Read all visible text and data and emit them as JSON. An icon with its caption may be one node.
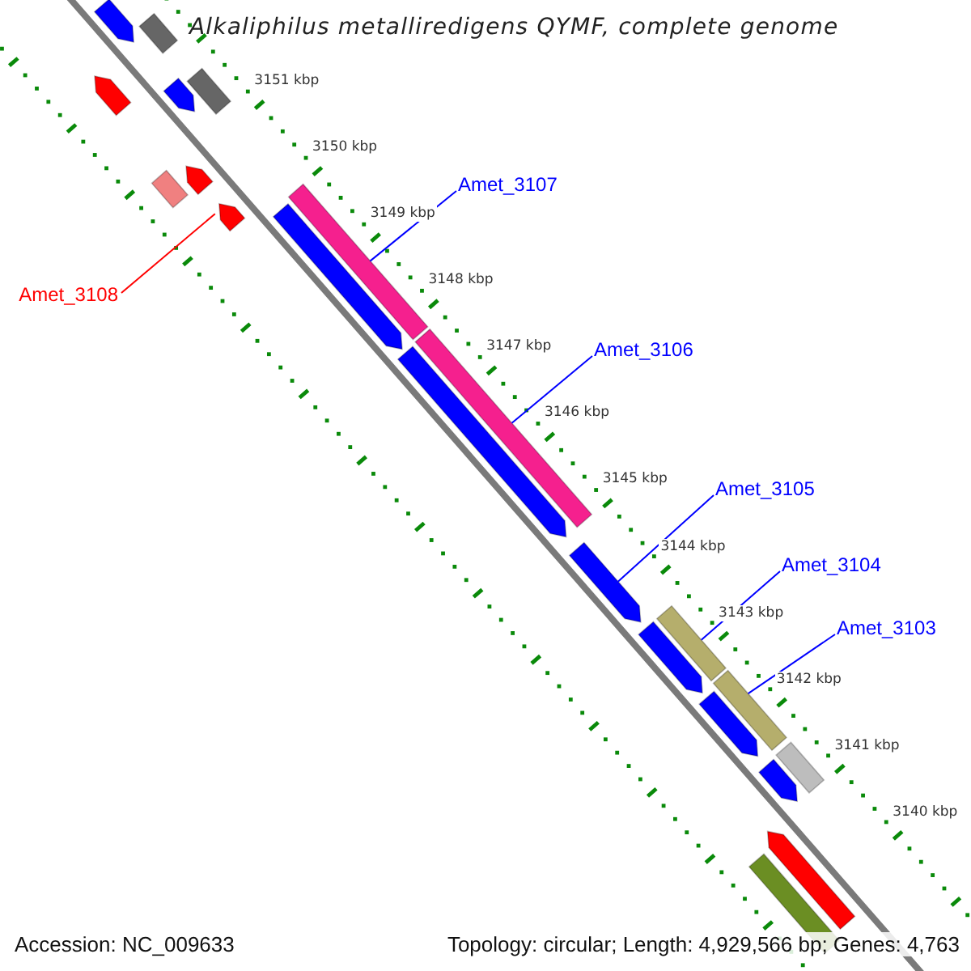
{
  "diagram": {
    "title": "Alkaliphilus metalliredigens QYMF, complete genome",
    "nodes": [
      {
        "text": [
          "Amet_3107"
        ]
      },
      {
        "text": [
          "Amet_3106"
        ]
      },
      {
        "text": [
          "Amet_3105"
        ]
      },
      {
        "text": [
          "Amet_3104"
        ]
      },
      {
        "text": [
          "Amet_3103"
        ]
      },
      {
        "text": [
          "Amet_3108"
        ]
      },
      {
        "text": [],
        "shape": "arrow"
      },
      {
        "text": [],
        "shape": "bar"
      },
      {
        "text": [],
        "shape": "arrow"
      },
      {
        "text": [],
        "shape": "arrow"
      },
      {
        "text": [],
        "shape": "bar"
      },
      {
        "text": [],
        "shape": "bar"
      },
      {
        "text": [],
        "shape": "arrow"
      },
      {
        "text": [],
        "shape": "arrow"
      },
      {
        "text": [],
        "shape": "bar"
      },
      {
        "text": [],
        "shape": "arrow"
      },
      {
        "text": [],
        "shape": "bar"
      },
      {
        "text": [],
        "shape": "arrow"
      },
      {
        "text": [],
        "shape": "arrow"
      },
      {
        "text": [],
        "shape": "arrow"
      },
      {
        "text": [],
        "shape": "bar"
      },
      {
        "text": [],
        "shape": "bar"
      },
      {
        "text": [],
        "shape": "arrow"
      },
      {
        "text": [],
        "shape": "bar"
      },
      {
        "text": [],
        "shape": "arrow"
      },
      {
        "text": [],
        "shape": "arrow"
      },
      {
        "text": [],
        "shape": "bar"
      }
    ],
    "edges": [
      {
        "from": 0,
        "to": 14,
        "arrow": "none"
      },
      {
        "from": 1,
        "to": 16,
        "arrow": "none"
      },
      {
        "from": 2,
        "to": 18,
        "arrow": "none"
      },
      {
        "from": 3,
        "to": 20,
        "arrow": "none"
      },
      {
        "from": 4,
        "to": 21,
        "arrow": "none"
      },
      {
        "from": 5,
        "to": 13,
        "arrow": "none",
        "color": "#ff0000"
      }
    ],
    "labels": [
      "3151 kbp",
      "3150 kbp",
      "3149 kbp",
      "3148 kbp",
      "3147 kbp",
      "3146 kbp",
      "3145 kbp",
      "3144 kbp",
      "3143 kbp",
      "3142 kbp",
      "3141 kbp",
      "3140 kbp",
      "Accession: NC_009633",
      "Topology: circular; Length: 4,929,566 bp; Genes: 4,763"
    ]
  }
}
